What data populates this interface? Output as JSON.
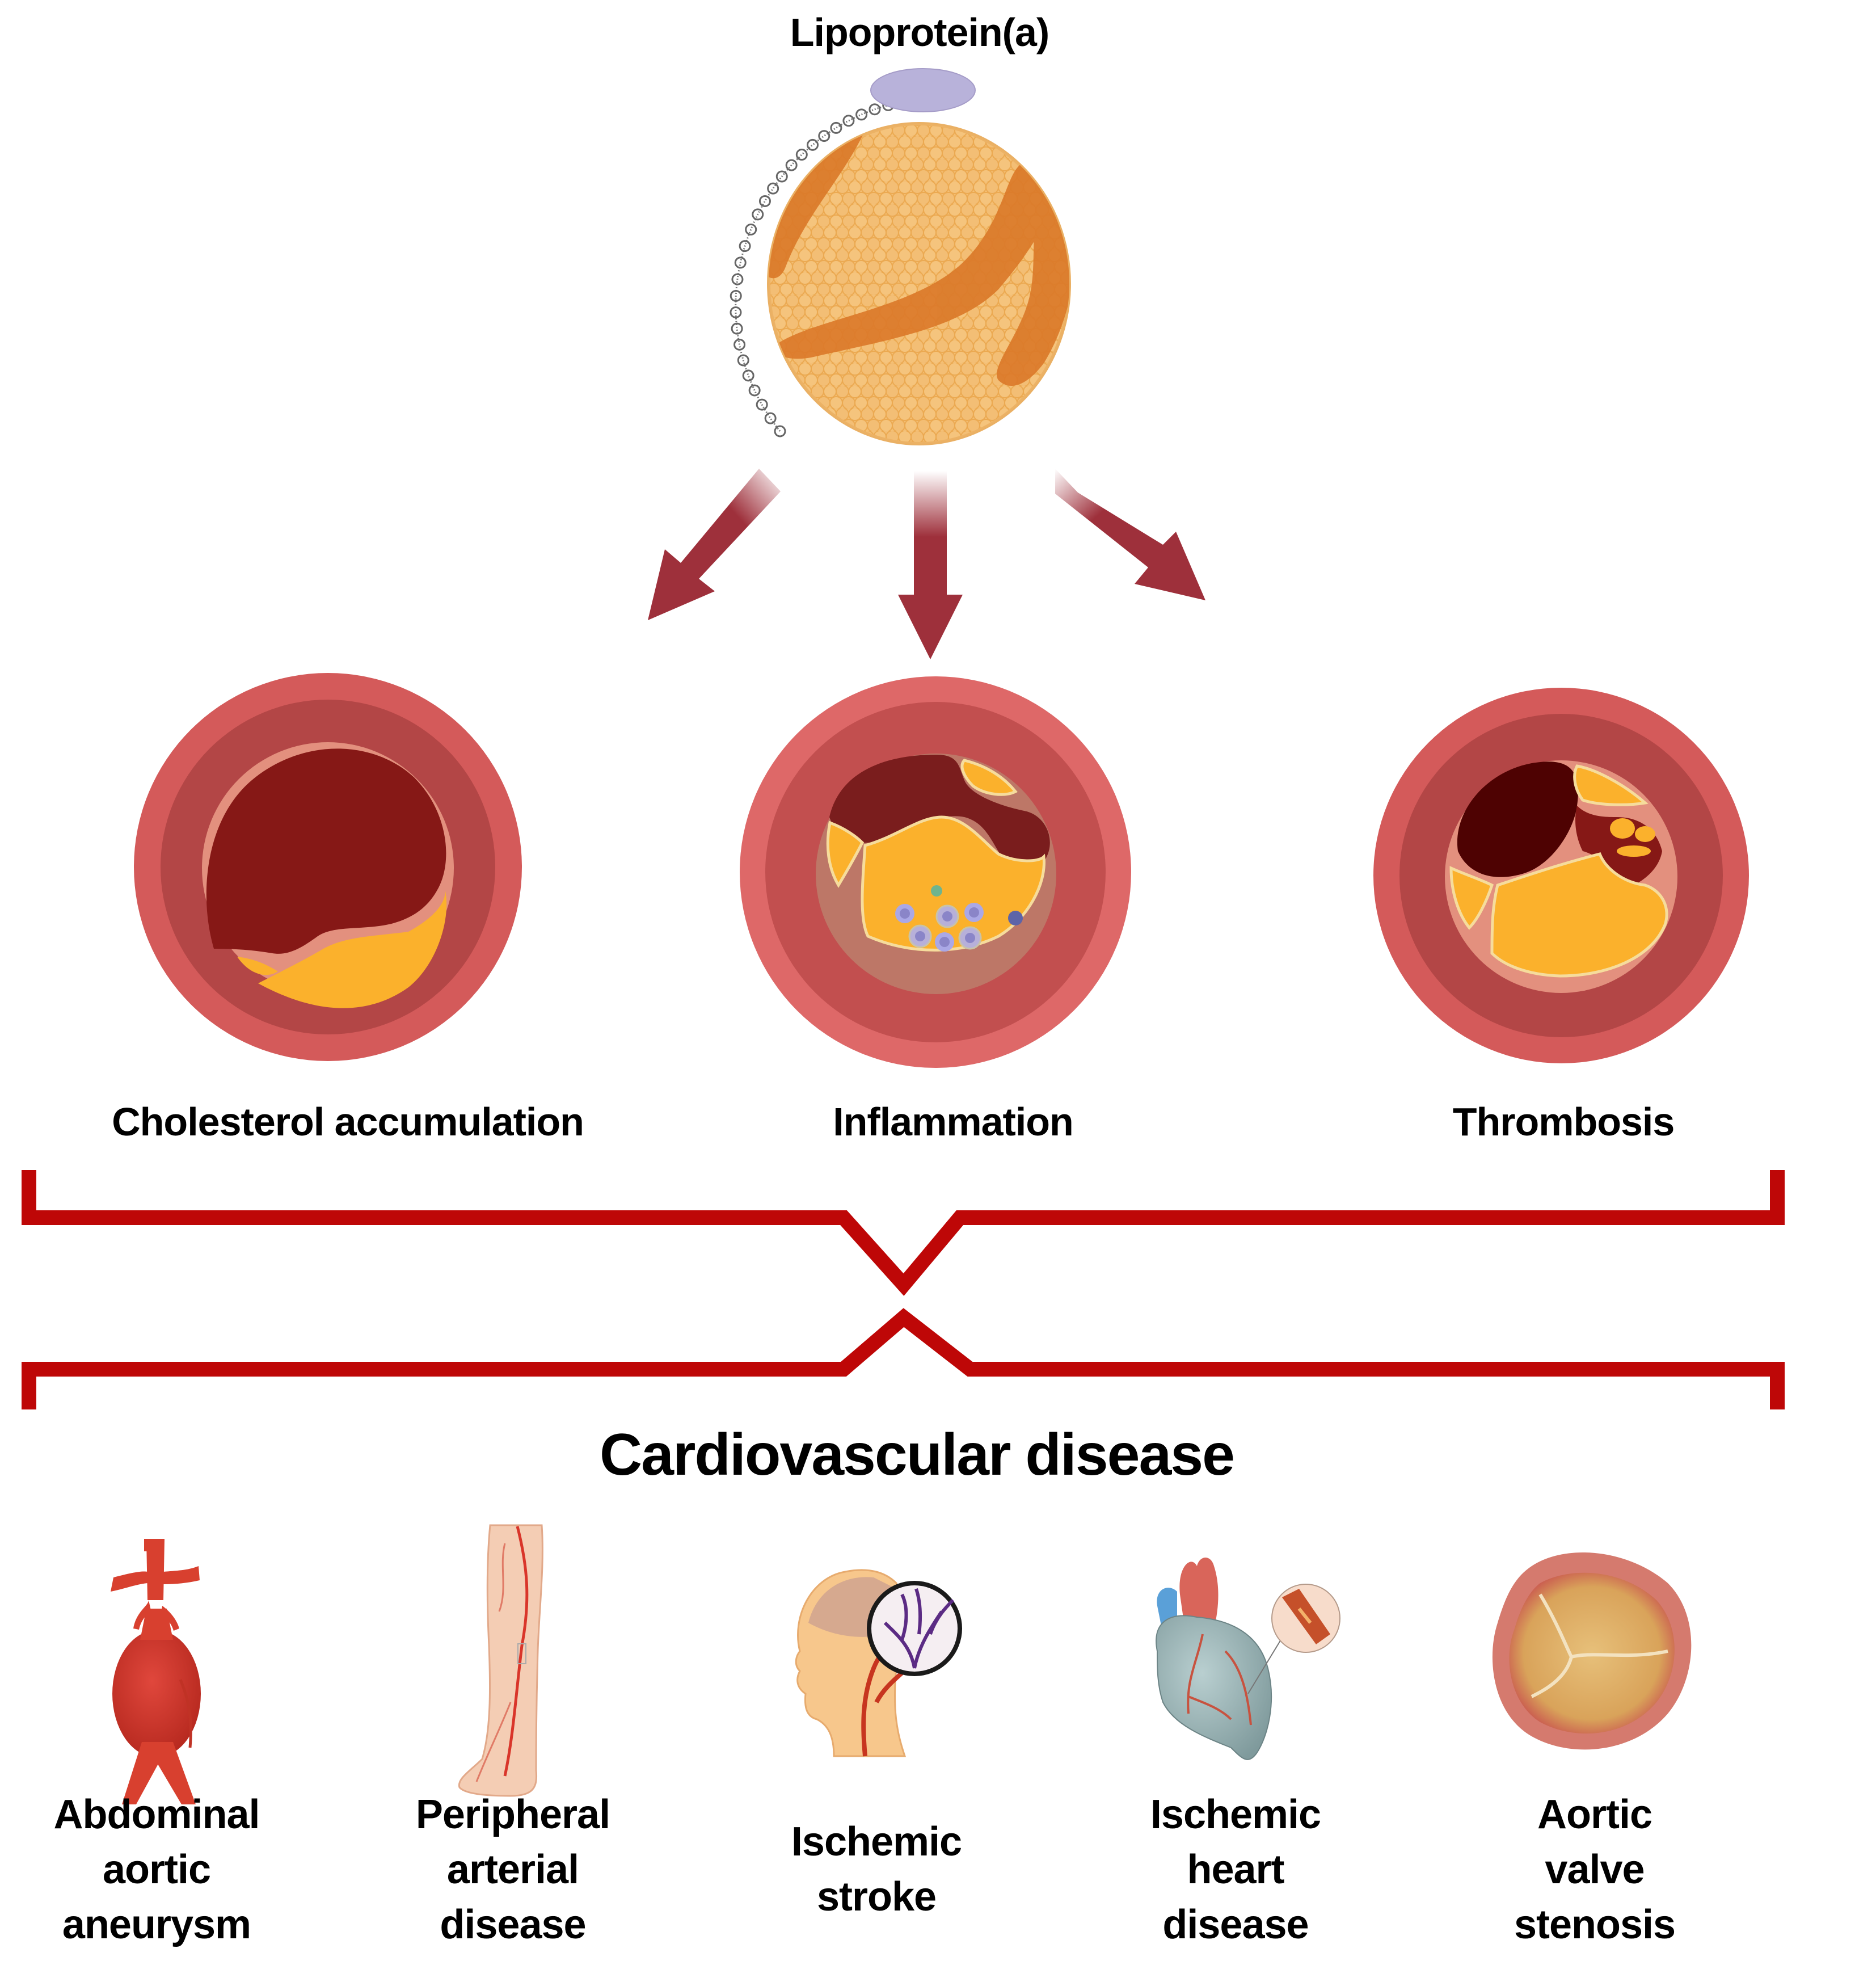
{
  "title": "Lipoprotein(a)",
  "colors": {
    "arrow": "#9e303b",
    "bracket": "#be0707",
    "vessel_outer": "#d45a5a",
    "vessel_media": "#b34646",
    "intima": "#e3907e",
    "lumen": "#861816",
    "plaque": "#fbb12c",
    "lp_core": "#f2b866",
    "apob": "#db7a2a",
    "apoa_head": "#b8b2da"
  },
  "mechanisms": [
    {
      "id": "cholesterol",
      "label": "Cholesterol accumulation",
      "icon": "artery-cholesterol-plaque-icon"
    },
    {
      "id": "inflammation",
      "label": "Inflammation",
      "icon": "artery-inflamed-plaque-icon"
    },
    {
      "id": "thrombosis",
      "label": "Thrombosis",
      "icon": "artery-thrombus-icon"
    }
  ],
  "outcome_title": "Cardiovascular disease",
  "diseases": [
    {
      "icon": "abdominal-aortic-aneurysm-icon",
      "lines": [
        "Abdominal",
        "aortic",
        "aneurysm"
      ]
    },
    {
      "icon": "leg-arteries-icon",
      "lines": [
        "Peripheral",
        "arterial",
        "disease"
      ]
    },
    {
      "icon": "brain-vessels-icon",
      "lines": [
        "Ischemic",
        "stroke"
      ]
    },
    {
      "icon": "heart-coronary-icon",
      "lines": [
        "Ischemic",
        "heart",
        "disease"
      ]
    },
    {
      "icon": "aortic-valve-icon",
      "lines": [
        "Aortic",
        "valve",
        "stenosis"
      ]
    }
  ]
}
